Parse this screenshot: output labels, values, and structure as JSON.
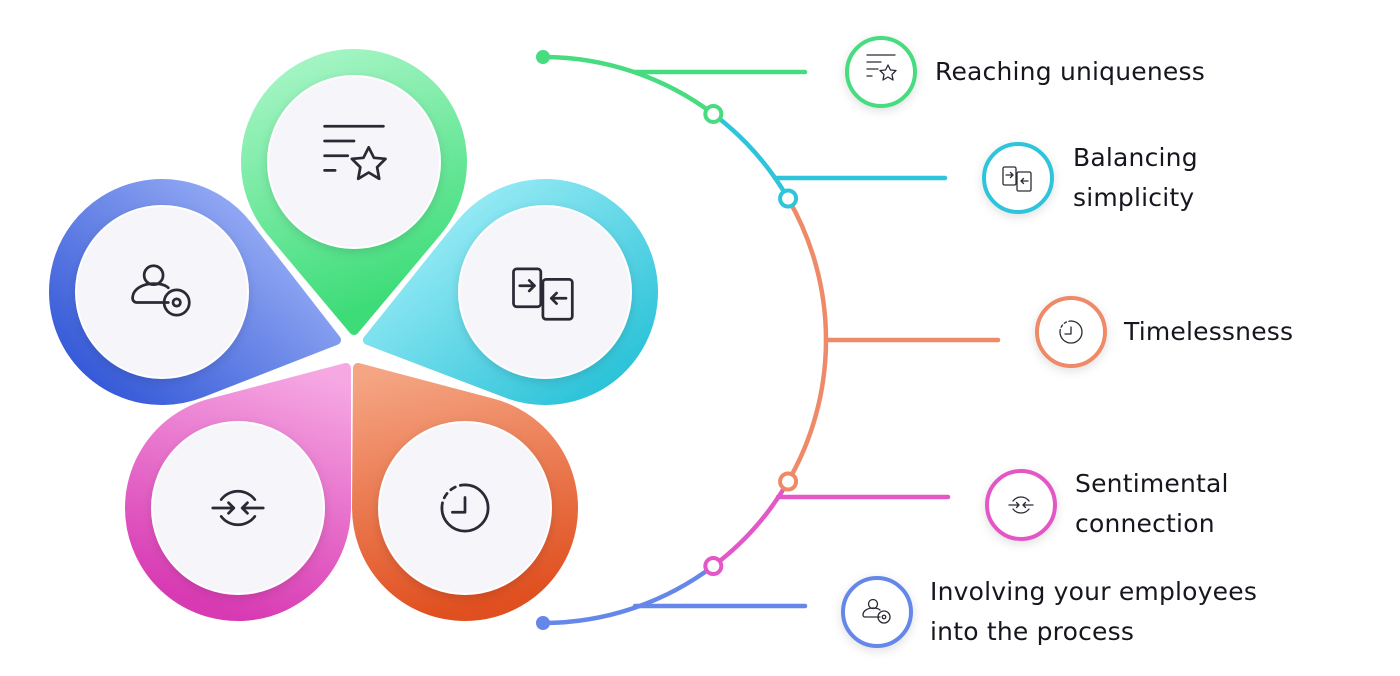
{
  "items": [
    {
      "label": "Reaching uniqueness",
      "icon": "list-star-icon",
      "color": "#47dc7f",
      "light": "#aef7cb",
      "dark": "#3ddc78"
    },
    {
      "label": "Balancing simplicity",
      "icon": "swap-panels-icon",
      "color": "#2ec4dc",
      "light": "#aef3fb",
      "dark": "#22bfd6"
    },
    {
      "label": "Timelessness",
      "icon": "clock-dashed-icon",
      "color": "#ef8a68",
      "light": "#f5a583",
      "dark": "#e04f1f"
    },
    {
      "label": "Sentimental connection",
      "icon": "converge-arrows-icon",
      "color": "#e457c6",
      "light": "#f6a8e3",
      "dark": "#d83ab3"
    },
    {
      "label": "Involving your employees into the process",
      "icon": "user-settings-icon",
      "color": "#6587ea",
      "light": "#a2b7f8",
      "dark": "#2d52d5"
    }
  ]
}
